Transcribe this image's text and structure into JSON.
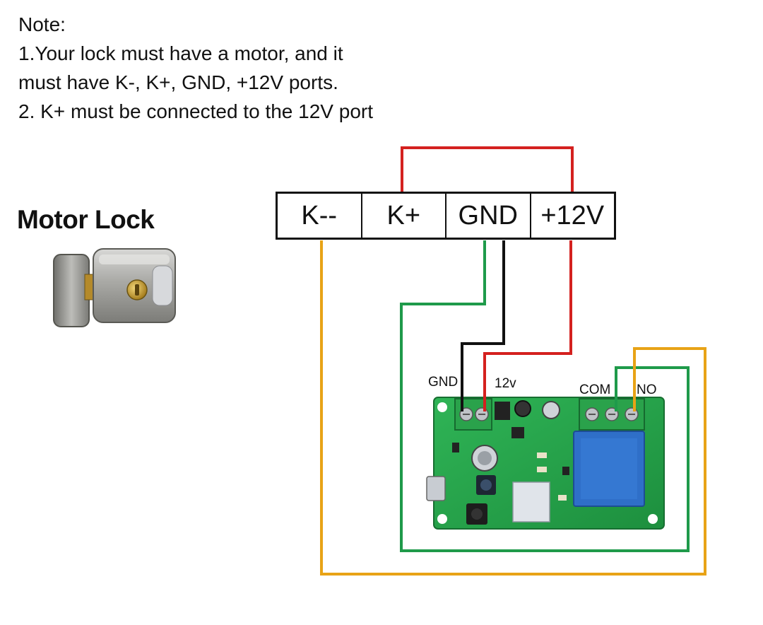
{
  "note": {
    "heading": "Note:",
    "line1": "1.Your lock must have a motor, and it",
    "line2": "must have K-, K+, GND, +12V ports.",
    "line3": "2. K+ must be connected to the 12V port"
  },
  "lock": {
    "title": "Motor Lock",
    "image": "motor-lock-illustration"
  },
  "terminals": {
    "k_minus": "K--",
    "k_plus": "K+",
    "gnd": "GND",
    "plus_12v": "+12V"
  },
  "board": {
    "gnd_label": "GND",
    "v12_label": "12v",
    "com_label": "COM",
    "no_label": "NO",
    "image": "wifi-relay-module-board"
  },
  "wire_colors": {
    "red": "#d4211f",
    "green": "#1f9a4a",
    "black": "#111111",
    "orange": "#e8a316"
  }
}
